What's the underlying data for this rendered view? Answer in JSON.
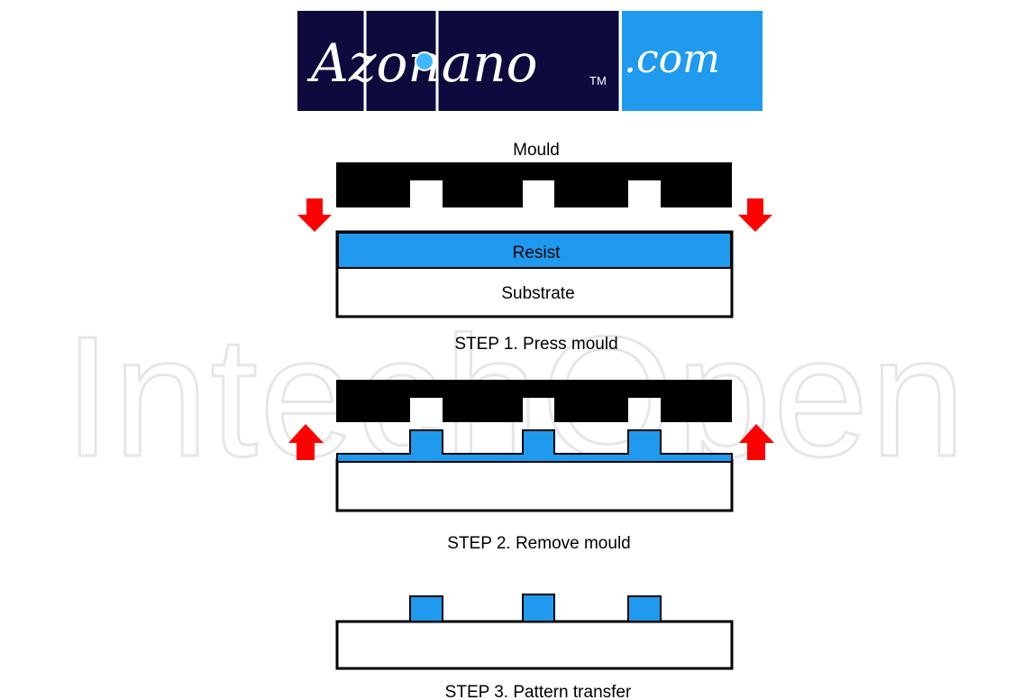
{
  "logo": {
    "brand": "Azonano",
    "trademark": "TM",
    "suffix": ".com",
    "colors": {
      "dark": "#0d0b3e",
      "light": "#1f9aee"
    }
  },
  "watermark": {
    "text": "IntechOpen",
    "color": "#ececec"
  },
  "diagram": {
    "mould_label": "Mould",
    "resist_label": "Resist",
    "substrate_label": "Substrate",
    "step1_caption": "STEP 1. Press mould",
    "step2_caption": "STEP 2. Remove mould",
    "step3_caption": "STEP 3. Pattern transfer",
    "colors": {
      "mould": "#000000",
      "resist": "#1f9aee",
      "arrow": "#ff0000"
    }
  }
}
